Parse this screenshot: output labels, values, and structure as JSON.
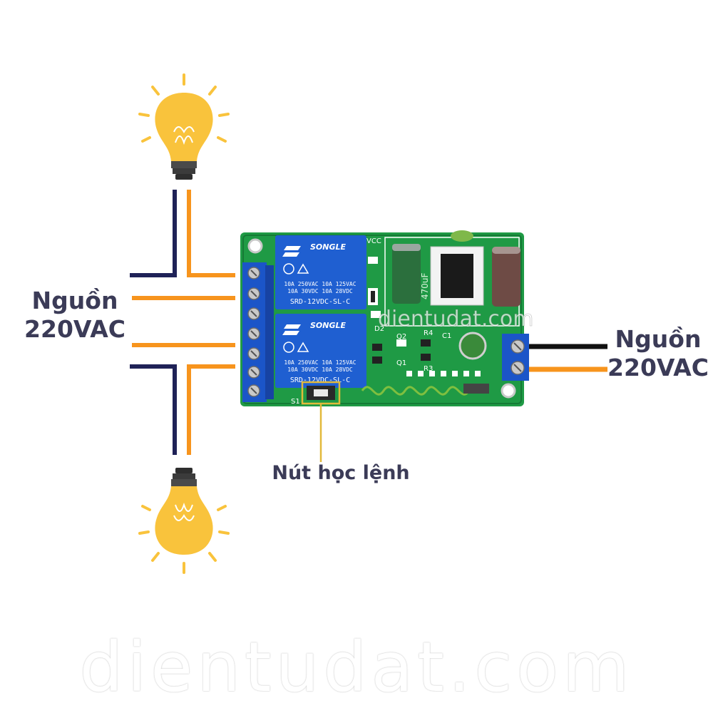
{
  "labels": {
    "source_left_line1": "Nguồn",
    "source_left_line2": "220VAC",
    "source_right_line1": "Nguồn",
    "source_right_line2": "220VAC",
    "learn_button": "Nút học lệnh"
  },
  "board": {
    "relay_brand": "SONGLE",
    "relay_spec_line1": "10A 250VAC 10A 125VAC",
    "relay_spec_line2": "10A  30VDC 10A  28VDC",
    "relay_model": "SRD-12VDC-SL-C",
    "vcc_label": "VCC",
    "capacitor_label": "470uF",
    "part_labels": [
      "Q2",
      "R4",
      "C1",
      "R3",
      "Q1",
      "S1",
      "D2"
    ]
  },
  "watermark": {
    "main": "dientudat.com",
    "inline": "dientudat.com"
  },
  "colors": {
    "wire_navy": "#1f2257",
    "wire_orange": "#f7941d",
    "wire_black": "#111111",
    "bulb_yellow": "#f9c33c",
    "pcb_green": "#1f9a45",
    "relay_blue": "#1f5fd1",
    "terminal_blue": "#1b55c8",
    "highlight_box": "#e2b93b",
    "label_text": "#3b3b57"
  }
}
